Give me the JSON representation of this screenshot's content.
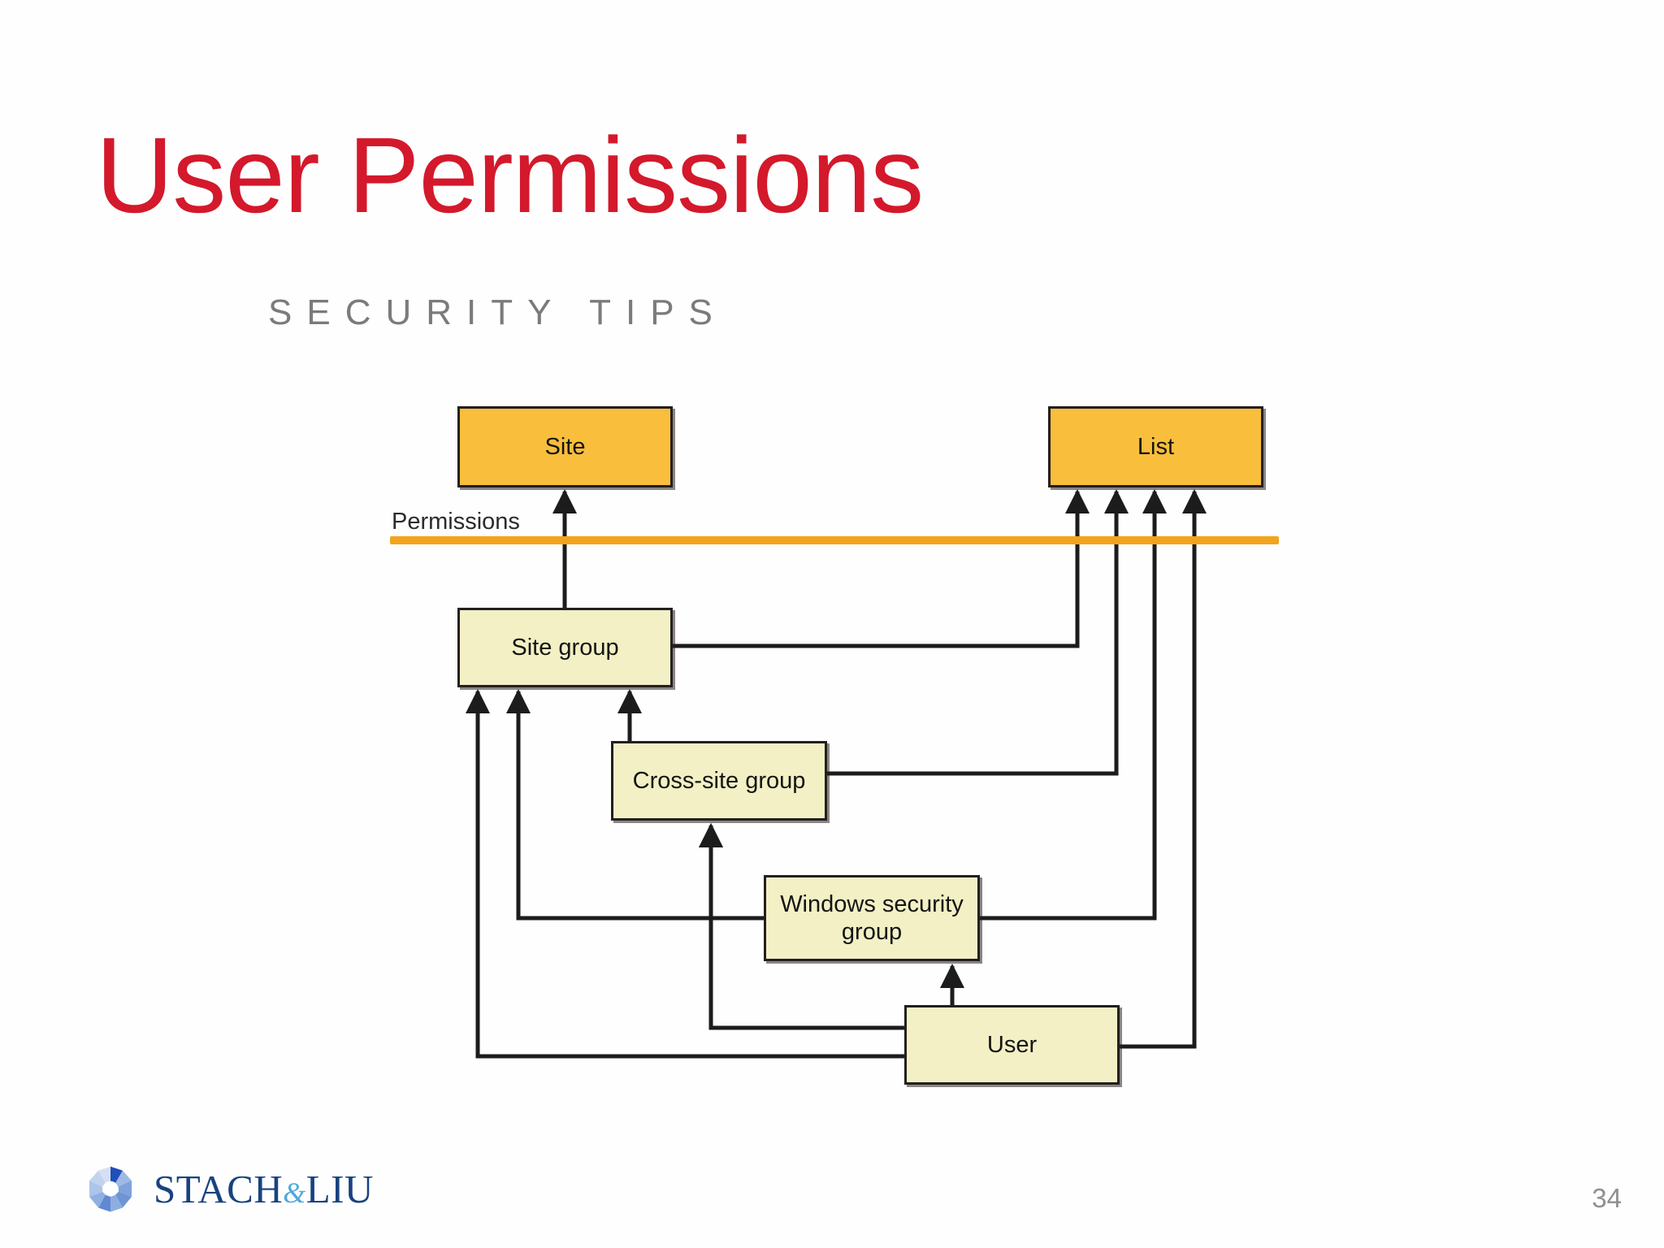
{
  "slide": {
    "title": "User Permissions",
    "subtitle": "SECURITY TIPS",
    "page_number": "34",
    "colors": {
      "title_red": "#D3192B",
      "subtitle_gray": "#7b7b7b",
      "permissions_rule_orange": "#F3A41C",
      "node_orange": "#F8BE3C",
      "node_yellow": "#F2F0C4",
      "node_border": "#231f20",
      "logo_blue": "#18437F",
      "logo_amp_blue": "#4FA8DC"
    }
  },
  "diagram": {
    "permissions_label": "Permissions",
    "nodes": [
      {
        "id": "site",
        "label": "Site",
        "kind": "resource"
      },
      {
        "id": "list",
        "label": "List",
        "kind": "resource"
      },
      {
        "id": "sitegroup",
        "label": "Site group",
        "kind": "principal"
      },
      {
        "id": "crosssite",
        "label": "Cross-site group",
        "kind": "principal"
      },
      {
        "id": "winsec",
        "label": "Windows security group",
        "kind": "principal"
      },
      {
        "id": "user",
        "label": "User",
        "kind": "principal"
      }
    ],
    "edges": [
      {
        "from": "sitegroup",
        "to": "site"
      },
      {
        "from": "sitegroup",
        "to": "list"
      },
      {
        "from": "crosssite",
        "to": "sitegroup"
      },
      {
        "from": "crosssite",
        "to": "list"
      },
      {
        "from": "winsec",
        "to": "sitegroup"
      },
      {
        "from": "winsec",
        "to": "crosssite"
      },
      {
        "from": "winsec",
        "to": "list"
      },
      {
        "from": "user",
        "to": "sitegroup"
      },
      {
        "from": "user",
        "to": "crosssite"
      },
      {
        "from": "user",
        "to": "winsec"
      },
      {
        "from": "user",
        "to": "list"
      }
    ]
  },
  "footer": {
    "logo_text_main": "STACH",
    "logo_text_amp": "&",
    "logo_text_tail": "LIU"
  }
}
